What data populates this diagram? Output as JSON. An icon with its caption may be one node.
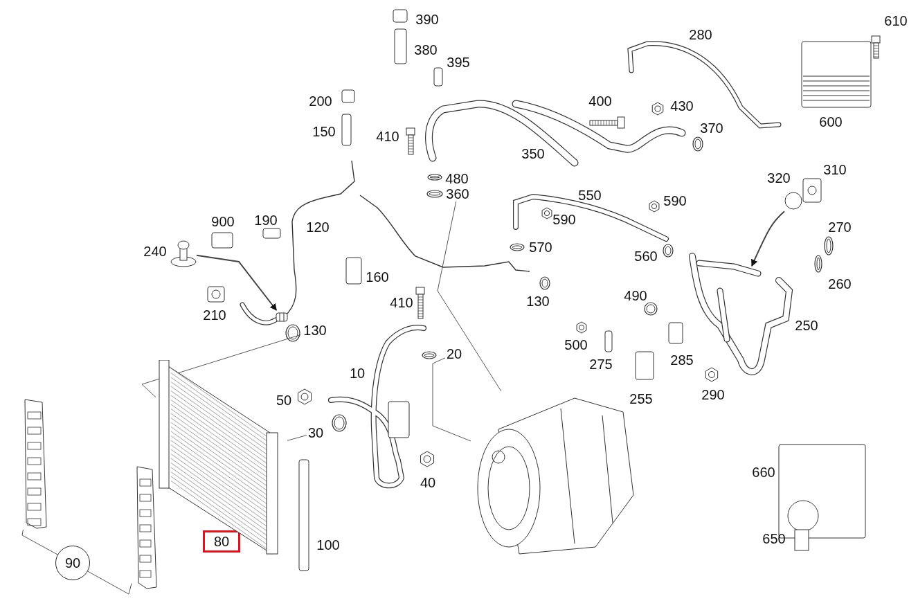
{
  "diagram": {
    "nodes": [
      {
        "text": [
          "80"
        ]
      },
      {
        "text": [
          "90"
        ]
      },
      {
        "text": [],
        "shape": "picture"
      },
      {
        "text": [],
        "shape": "picture"
      },
      {
        "text": [],
        "shape": "picture"
      },
      {
        "text": [],
        "shape": "picture"
      },
      {
        "text": [
          "130"
        ]
      },
      {
        "text": [
          "30"
        ]
      },
      {
        "text": [
          "360"
        ]
      },
      {
        "text": [
          "20"
        ]
      },
      {
        "text": [],
        "shape": "picture",
        "beside": [
          "240"
        ]
      },
      {
        "text": [],
        "shape": "circle"
      },
      {
        "text": [],
        "shape": "picture"
      }
    ],
    "edges": [
      {
        "from": 1,
        "to": 2,
        "arrow": "none"
      },
      {
        "from": 1,
        "to": 3,
        "arrow": "none"
      },
      {
        "from": 6,
        "to": 4,
        "arrow": "none"
      },
      {
        "from": 7,
        "to": 4,
        "arrow": "none"
      },
      {
        "from": 8,
        "to": 5,
        "arrow": "none"
      },
      {
        "from": 9,
        "to": 5,
        "arrow": "none"
      },
      {
        "from": 10,
        "to": 12,
        "arrow": "to"
      },
      {
        "from": 11,
        "to": null,
        "arrow": "to"
      }
    ],
    "labels": [
      "390",
      "610",
      "280",
      "380",
      "395",
      "400",
      "200",
      "430",
      "600",
      "370",
      "150",
      "410",
      "350",
      "310",
      "320",
      "480",
      "550",
      "590",
      "590",
      "190",
      "900",
      "120",
      "270",
      "570",
      "560",
      "160",
      "260",
      "490",
      "130",
      "410",
      "210",
      "250",
      "500",
      "285",
      "275",
      "10",
      "290",
      "255",
      "50",
      "660",
      "40",
      "650",
      "100"
    ]
  }
}
